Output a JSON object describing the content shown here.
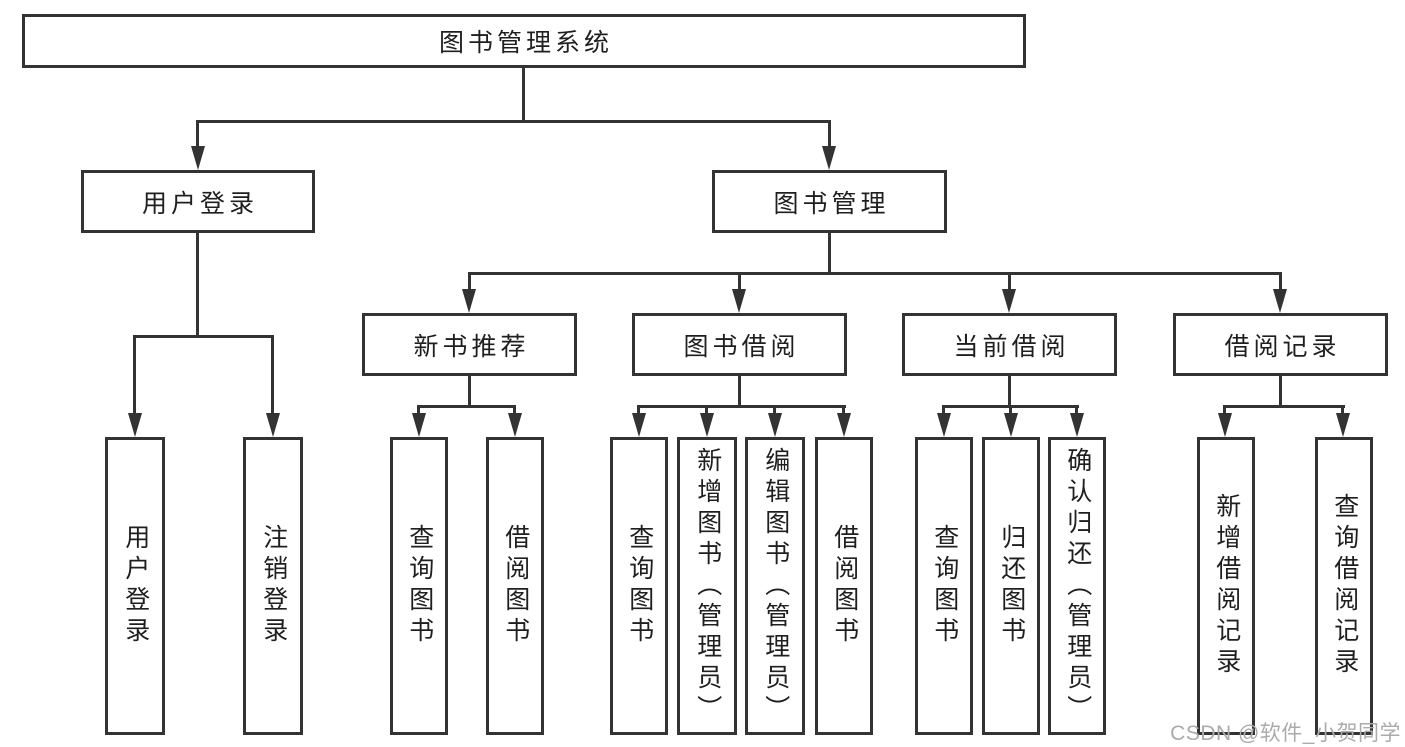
{
  "tree": {
    "root": {
      "label": "图书管理系统"
    },
    "branches": [
      {
        "label": "用户登录",
        "children": [
          {
            "label": "用户登录"
          },
          {
            "label": "注销登录"
          }
        ]
      },
      {
        "label": "图书管理",
        "groups": [
          {
            "label": "新书推荐",
            "children": [
              {
                "label": "查询图书"
              },
              {
                "label": "借阅图书"
              }
            ]
          },
          {
            "label": "图书借阅",
            "children": [
              {
                "label": "查询图书"
              },
              {
                "label": "新增图书（管理员）"
              },
              {
                "label": "编辑图书（管理员）"
              },
              {
                "label": "借阅图书"
              }
            ]
          },
          {
            "label": "当前借阅",
            "children": [
              {
                "label": "查询图书"
              },
              {
                "label": "归还图书"
              },
              {
                "label": "确认归还（管理员）"
              }
            ]
          },
          {
            "label": "借阅记录",
            "children": [
              {
                "label": "新增借阅记录"
              },
              {
                "label": "查询借阅记录"
              }
            ]
          }
        ]
      }
    ]
  },
  "watermark": "CSDN @软件_小贺同学",
  "colors": {
    "line": "#333333",
    "text": "#1f1f1f",
    "watermark": "#ababab",
    "background": "#ffffff"
  }
}
